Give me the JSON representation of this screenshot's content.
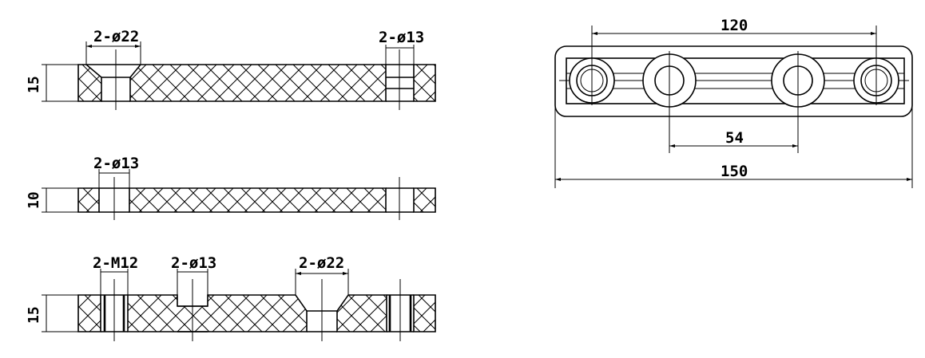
{
  "section_a": {
    "thickness": "15",
    "hole_large": "2-ø22",
    "hole_small": "2-ø13"
  },
  "section_b": {
    "thickness": "10",
    "hole": "2-ø13"
  },
  "section_c": {
    "thickness": "15",
    "thread": "2-M12",
    "hole_small": "2-ø13",
    "hole_large": "2-ø22"
  },
  "top_view": {
    "outer_spacing": "120",
    "inner_spacing": "54",
    "overall_length": "150"
  },
  "colors": {
    "line": "#000000",
    "background": "#ffffff"
  }
}
